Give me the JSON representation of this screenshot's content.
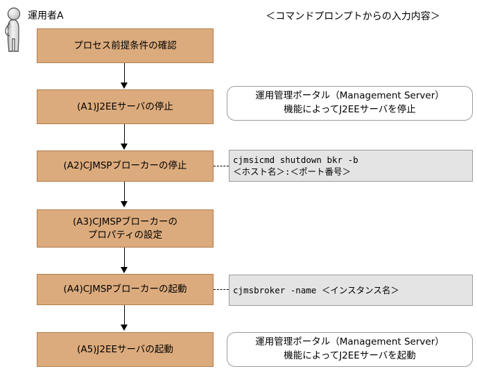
{
  "actor": {
    "icon": "person-standing-icon",
    "label": "運用者A"
  },
  "header": {
    "title": "＜コマンドプロンプトからの入力内容＞"
  },
  "flow": {
    "steps": [
      {
        "id": "pre-check",
        "label": "プロセス前提条件の確認",
        "lines": [
          "プロセス前提条件の確認"
        ],
        "note": null
      },
      {
        "id": "a1",
        "label": "(A1)J2EEサーバの停止",
        "lines": [
          "(A1)J2EEサーバの停止"
        ],
        "note": {
          "type": "rounded",
          "lines": [
            "運用管理ポータル（Management Server）",
            "機能によってJ2EEサーバを停止"
          ]
        }
      },
      {
        "id": "a2",
        "label": "(A2)CJMSPブローカーの停止",
        "lines": [
          "(A2)CJMSPブローカーの停止"
        ],
        "note": {
          "type": "command",
          "lines": [
            "cjmsicmd shutdown bkr -b",
            "＜ホスト名＞:＜ポート番号＞"
          ]
        }
      },
      {
        "id": "a3",
        "label": "(A3)CJMSPブローカーのプロパティの設定",
        "lines": [
          "(A3)CJMSPブローカーの",
          "プロパティの設定"
        ],
        "note": null
      },
      {
        "id": "a4",
        "label": "(A4)CJMSPブローカーの起動",
        "lines": [
          "(A4)CJMSPブローカーの起動"
        ],
        "note": {
          "type": "command",
          "lines": [
            "cjmsbroker -name ＜インスタンス名＞"
          ]
        }
      },
      {
        "id": "a5",
        "label": "(A5)J2EEサーバの起動",
        "lines": [
          "(A5)J2EEサーバの起動"
        ],
        "note": {
          "type": "rounded",
          "lines": [
            "運用管理ポータル（Management Server）",
            "機能によってJ2EEサーバを起動"
          ]
        }
      }
    ]
  },
  "colors": {
    "process_fill": "#dcab7d",
    "process_border": "#b07b4a",
    "command_fill": "#e4e4e4",
    "note_border": "#9a9a9a",
    "connector": "#000000",
    "background": "#ffffff"
  }
}
